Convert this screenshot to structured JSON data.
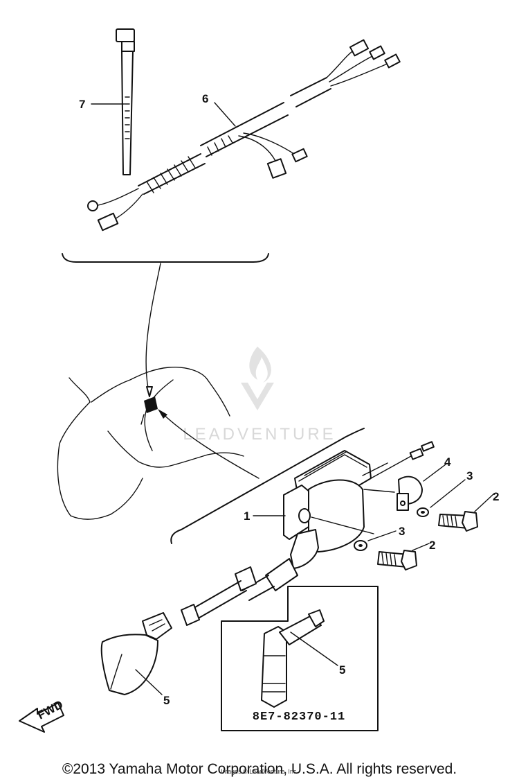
{
  "diagram": {
    "callouts": [
      "7",
      "6",
      "4",
      "3",
      "2",
      "1",
      "3",
      "2",
      "5",
      "5"
    ],
    "part_number": "8E7-82370-11",
    "fwd_label": "FWD",
    "watermark": "LEADVENTURE"
  },
  "footer": {
    "copyright": "©2013 Yamaha Motor Corporation, U.S.A. All rights reserved.",
    "overlay": "Images © LeadVenture, Inc."
  }
}
